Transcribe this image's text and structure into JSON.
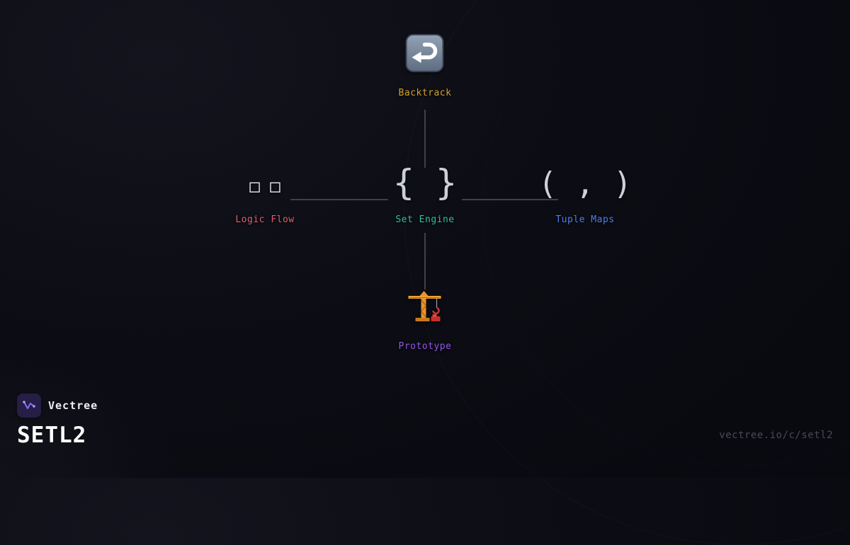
{
  "diagram": {
    "nodes": {
      "backtrack": {
        "label": "Backtrack",
        "color": "#d4a226",
        "icon": "return-arrow-icon"
      },
      "logic_flow": {
        "label": "Logic Flow",
        "color": "#de5e6d",
        "symbol": "□ □"
      },
      "set_engine": {
        "label": "Set Engine",
        "color": "#2fc096",
        "symbol": "{ }"
      },
      "tuple_maps": {
        "label": "Tuple Maps",
        "color": "#4d80e6",
        "symbol": "( , )"
      },
      "prototype": {
        "label": "Prototype",
        "color": "#9257e6",
        "icon": "crane-icon"
      }
    },
    "edges": [
      {
        "from": "backtrack",
        "to": "set_engine"
      },
      {
        "from": "logic_flow",
        "to": "set_engine"
      },
      {
        "from": "set_engine",
        "to": "tuple_maps"
      },
      {
        "from": "set_engine",
        "to": "prototype"
      }
    ]
  },
  "footer": {
    "brand_name": "Vectree",
    "card_title": "SETL2",
    "url": "vectree.io/c/setl2"
  }
}
